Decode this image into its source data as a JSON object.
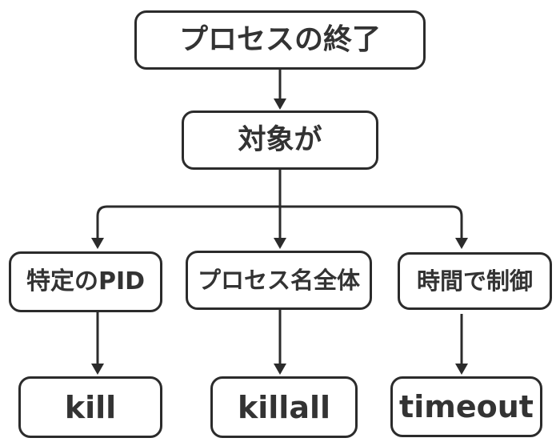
{
  "diagram": {
    "type": "flowchart",
    "direction": "top-down",
    "colors": {
      "background": "#ffffff",
      "node_fill": "#ffffff",
      "node_border": "#2b2b2b",
      "edge_stroke": "#2b2b2b",
      "text": "#333333"
    },
    "nodes": [
      {
        "id": "process-termination",
        "label": "プロセスの終了"
      },
      {
        "id": "target",
        "label": "対象が"
      },
      {
        "id": "specific-pid",
        "label": "特定のPID"
      },
      {
        "id": "process-name",
        "label": "プロセス名全体"
      },
      {
        "id": "time-control",
        "label": "時間で制御"
      },
      {
        "id": "kill",
        "label": "kill"
      },
      {
        "id": "killall",
        "label": "killall"
      },
      {
        "id": "timeout",
        "label": "timeout"
      }
    ],
    "edges": [
      {
        "from": "process-termination",
        "to": "target"
      },
      {
        "from": "target",
        "to": "specific-pid"
      },
      {
        "from": "target",
        "to": "process-name"
      },
      {
        "from": "target",
        "to": "time-control"
      },
      {
        "from": "specific-pid",
        "to": "kill"
      },
      {
        "from": "process-name",
        "to": "killall"
      },
      {
        "from": "time-control",
        "to": "timeout"
      }
    ]
  }
}
